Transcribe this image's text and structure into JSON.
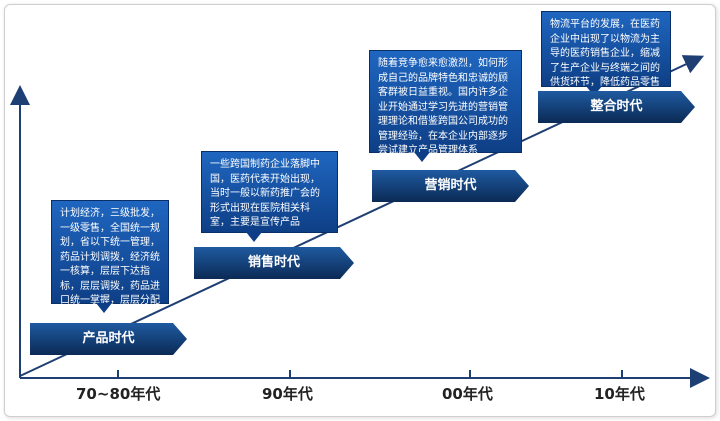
{
  "decades": [
    "70~80年代",
    "90年代",
    "00年代",
    "10年代"
  ],
  "eras": [
    "产品时代",
    "销售时代",
    "营销时代",
    "整合时代"
  ],
  "notes": [
    "计划经济，三级批发，一级零售，全国统一规划，省以下统一管理，药品计划调拨，经济统一核算，层层下达指标，层层调拨，药品进口统一掌握，层层分配",
    "一些跨国制药企业落脚中国，医药代表开始出现，当时一般以新药推广会的形式出现在医院相关科室，主要是宣传产品",
    "随着竞争愈来愈激烈，如何形成自己的品牌特色和忠诚的顾客群被日益重视。国内许多企业开始通过学习先进的营销管理理论和借鉴跨国公司成功的管理经验，在本企业内部逐步尝试建立产品管理体系",
    "物流平台的发展，在医药企业中出现了以物流为主导的医药销售企业，缩减了生产企业与终端之间的供货环节，降低药品零售价格"
  ]
}
